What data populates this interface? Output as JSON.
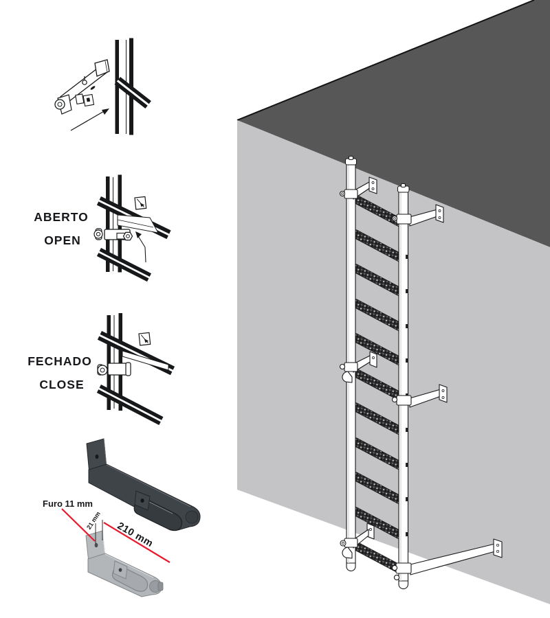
{
  "figure": {
    "title_hint": "ladder wall-bracket installation diagram",
    "step_open": {
      "label_pt": "ABERTO",
      "label_en": "OPEN"
    },
    "step_closed": {
      "label_pt": "FECHADO",
      "label_en": "CLOSE"
    },
    "bracket_dimensions": {
      "hole_label": "Furo 11 mm",
      "offset_label": "21 mm",
      "length_label": "210 mm"
    }
  },
  "colors": {
    "accent_red": "#e8192c",
    "roof_gray": "#575757",
    "wall_gray": "#c4c4c6",
    "line_black": "#16181a",
    "bracket_dark": "#3f4449",
    "bracket_light": "#b2b6b9"
  }
}
